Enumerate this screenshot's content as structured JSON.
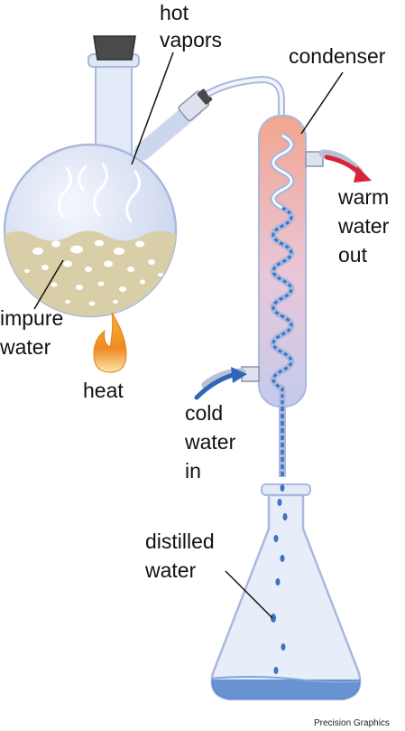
{
  "labels": {
    "hot_vapors": [
      "hot",
      "vapors"
    ],
    "condenser": "condenser",
    "warm_water_out": [
      "warm",
      "water",
      "out"
    ],
    "impure_water": [
      "impure",
      "water"
    ],
    "heat": "heat",
    "cold_water_in": [
      "cold",
      "water",
      "in"
    ],
    "distilled_water": [
      "distilled",
      "water"
    ]
  },
  "credit": "Precision Graphics",
  "colors": {
    "glass": "#a9b8dc",
    "impure_liquid": "#d8cfa8",
    "condenser_warm": "#f2a58f",
    "condenser_cool": "#c4cbee",
    "distilled_water": "#3d73c2",
    "flame": "#f29a2e",
    "warm_arrow": "#d9233a",
    "cold_arrow": "#2f66b8"
  }
}
